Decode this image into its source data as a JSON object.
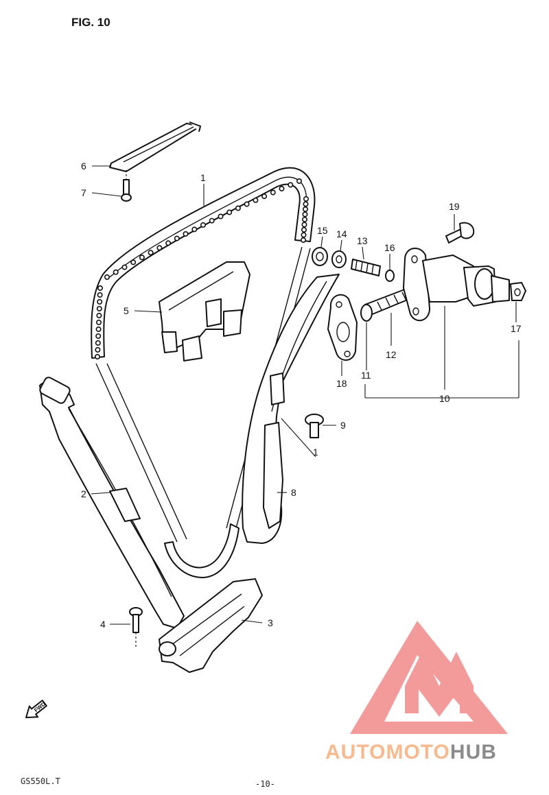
{
  "figure": {
    "title": "FIG. 10",
    "model_code": "GS550L.T",
    "page_number": "-10-",
    "direction_marker": "FWD"
  },
  "callouts": [
    {
      "id": "1",
      "label": "1"
    },
    {
      "id": "1b",
      "label": "1"
    },
    {
      "id": "2",
      "label": "2"
    },
    {
      "id": "3",
      "label": "3"
    },
    {
      "id": "4",
      "label": "4"
    },
    {
      "id": "5",
      "label": "5"
    },
    {
      "id": "6",
      "label": "6"
    },
    {
      "id": "7",
      "label": "7"
    },
    {
      "id": "8",
      "label": "8"
    },
    {
      "id": "9",
      "label": "9"
    },
    {
      "id": "10",
      "label": "10"
    },
    {
      "id": "11",
      "label": "11"
    },
    {
      "id": "12",
      "label": "12"
    },
    {
      "id": "13",
      "label": "13"
    },
    {
      "id": "14",
      "label": "14"
    },
    {
      "id": "15",
      "label": "15"
    },
    {
      "id": "16",
      "label": "16"
    },
    {
      "id": "17",
      "label": "17"
    },
    {
      "id": "18",
      "label": "18"
    },
    {
      "id": "19",
      "label": "19"
    }
  ],
  "watermark": {
    "part1": "AUTOMOTO",
    "part2": "HUB",
    "colors": {
      "logo": "#f28a8a",
      "part1": "#f7b98d",
      "part2": "#8b8b8b"
    }
  }
}
